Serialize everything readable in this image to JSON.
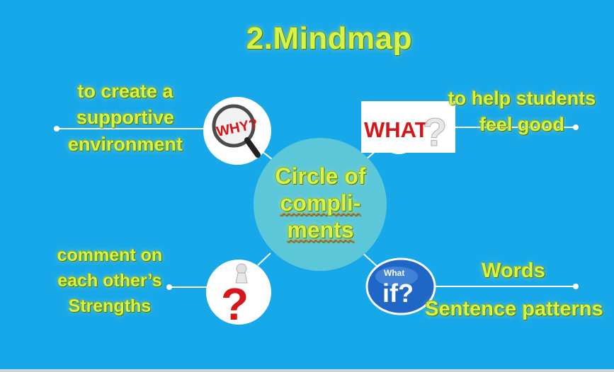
{
  "title": "2.Mindmap",
  "center": {
    "line1": "Circle  of",
    "line2": "compli-",
    "line3": "ments"
  },
  "branches": {
    "top_left": {
      "icon": "why-magnifier-icon",
      "icon_text": "WHY?",
      "lines": [
        "to create  a",
        "supportive",
        "environment"
      ]
    },
    "top_right": {
      "icon": "what-question-icon",
      "icon_text": "WHAT",
      "lines": [
        "to help students",
        "feel good"
      ]
    },
    "bottom_left": {
      "icon": "question-figure-icon",
      "lines": [
        "comment on",
        "each other’s",
        "Strengths"
      ]
    },
    "bottom_right": {
      "icon": "what-if-bubble-icon",
      "icon_text_small": "What",
      "icon_text_big": "if?",
      "line1": "Words",
      "line2": "Sentence patterns"
    }
  },
  "colors": {
    "background": "#17a8ea",
    "center_circle": "#5bc7d9",
    "text": "#d7f24a",
    "lines": "#ffffff",
    "accent_red": "#d7161a"
  }
}
